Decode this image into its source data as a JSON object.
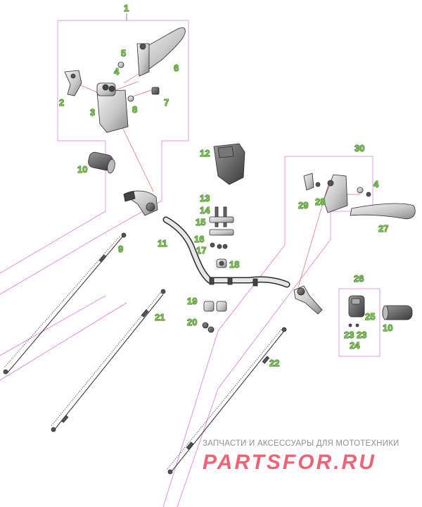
{
  "callouts": {
    "c1": "1",
    "c2": "2",
    "c3": "3",
    "c4a": "4",
    "c4b": "4",
    "c5": "5",
    "c6": "6",
    "c7": "7",
    "c8": "8",
    "c9": "9",
    "c10a": "10",
    "c10b": "10",
    "c11": "11",
    "c12": "12",
    "c13": "13",
    "c14": "14",
    "c15": "15",
    "c16": "16",
    "c17": "17",
    "c18": "18",
    "c19": "19",
    "c20": "20",
    "c21": "21",
    "c22": "22",
    "c23a": "23",
    "c23b": "23",
    "c24": "24",
    "c25": "25",
    "c26": "26",
    "c27": "27",
    "c28": "28",
    "c29": "29",
    "c30": "30"
  },
  "watermark": {
    "tagline": "ЗАПЧАСТИ И АКСЕССУАРЫ ДЛЯ МОТОТЕХНИКИ",
    "brand": "PARTSFOR.RU"
  },
  "colors": {
    "group_outline": "#e07ae0",
    "leader": "#e86a6a",
    "callout_fill": "#7cc84a",
    "part_fill": "#d9d9d9",
    "part_stroke": "#2a2a2a",
    "brand": "#ec4e62"
  }
}
